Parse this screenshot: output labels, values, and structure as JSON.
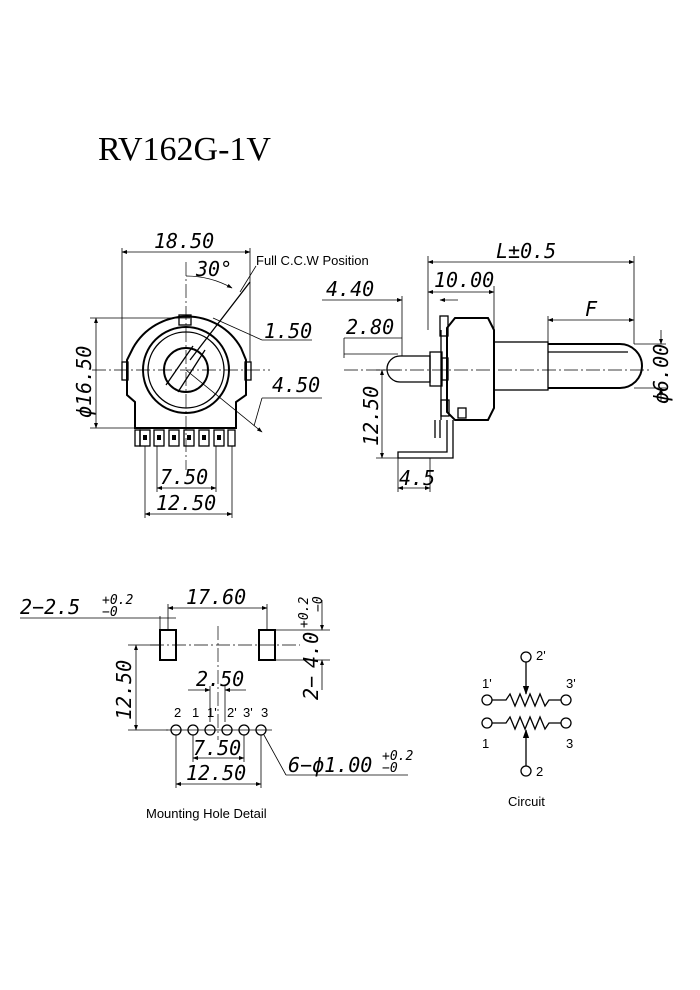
{
  "title": "RV162G-1V",
  "front_view": {
    "width": "18.50",
    "angle": "30°",
    "ccw_label": "Full C.C.W Position",
    "slot_width": "1.50",
    "body_height": "ϕ16.50",
    "radius": "4.50",
    "pin_span_inner": "7.50",
    "pin_span_outer": "12.50"
  },
  "side_view": {
    "length": "L±0.5",
    "bushing": "10.00",
    "d_440": "4.40",
    "d_280": "2.80",
    "flat": "F",
    "shaft_dia": "ϕ6.00",
    "height": "12.50",
    "lead": "4.5"
  },
  "mounting": {
    "hole_size": "2−2.5",
    "hole_tol": "+0.2",
    "hole_tol_low": "−0",
    "spacing": "17.60",
    "slot_len": "4.0",
    "slot_prefix": "2−",
    "slot_tol": "+0.2",
    "slot_tol_low": "−0",
    "height": "12.50",
    "pitch": "2.50",
    "span_inner": "7.50",
    "span_outer": "12.50",
    "pin_holes": "6−ϕ1.00",
    "pin_tol": "+0.2",
    "pin_tol_low": "−0",
    "pins": [
      "2",
      "1",
      "1'",
      "2'",
      "3'",
      "3"
    ],
    "caption": "Mounting Hole Detail"
  },
  "circuit": {
    "caption": "Circuit",
    "t2p": "2'",
    "t1p": "1'",
    "t3p": "3'",
    "t1": "1",
    "t3": "3",
    "t2": "2"
  }
}
